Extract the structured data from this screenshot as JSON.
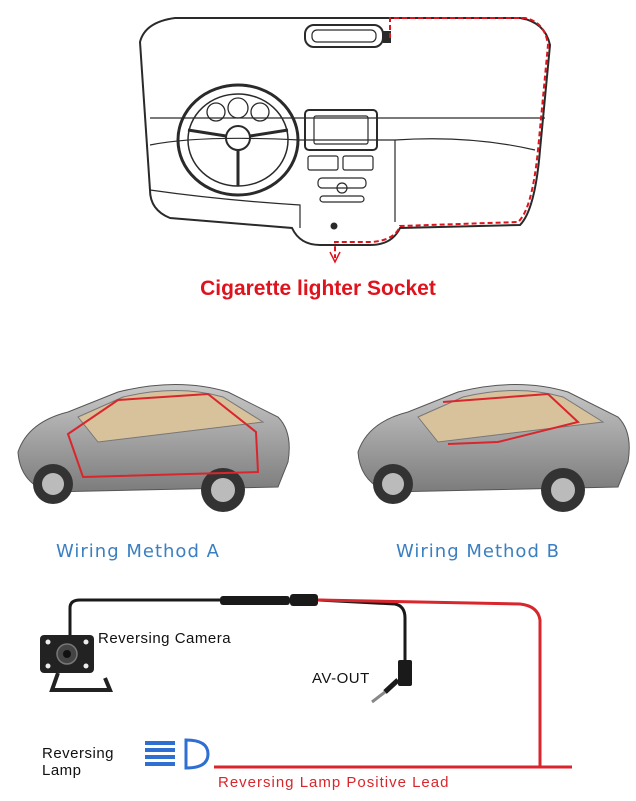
{
  "dashboard": {
    "title": "Cigarette lighter Socket"
  },
  "methods": [
    {
      "label": "Wiring Method A"
    },
    {
      "label": "Wiring Method B"
    }
  ],
  "wiring": {
    "camera_label": "Reversing Camera",
    "avout_label": "AV-OUT",
    "lamp_label_line1": "Reversing",
    "lamp_label_line2": "Lamp",
    "lead_label": "Reversing Lamp Positive Lead"
  },
  "colors": {
    "title_red": "#e0121c",
    "method_blue": "#3a7fc1",
    "wire_red": "#d9262c",
    "lamp_blue": "#2e6fd1"
  }
}
